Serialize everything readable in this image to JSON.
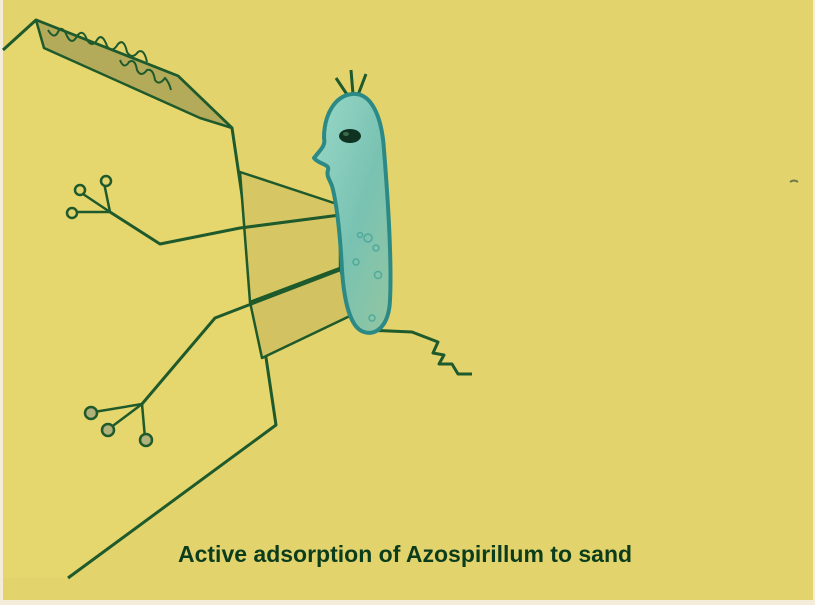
{
  "caption": "Active adsorption of Azospirillum to sand",
  "colors": {
    "background": "#e3d36c",
    "frame": "#f4ecd9",
    "outline": "#1e5a2c",
    "sand_grain_fill": "#e8d86f",
    "bacterium_body": "#7ec6b6",
    "bacterium_outline": "#2c8a86",
    "bridge_fill": "#d7c765",
    "caption_text": "#0b3d1c"
  },
  "illustration": {
    "subject": "cartoon-bacterium-azospirillum",
    "surface": "sand-grain"
  }
}
